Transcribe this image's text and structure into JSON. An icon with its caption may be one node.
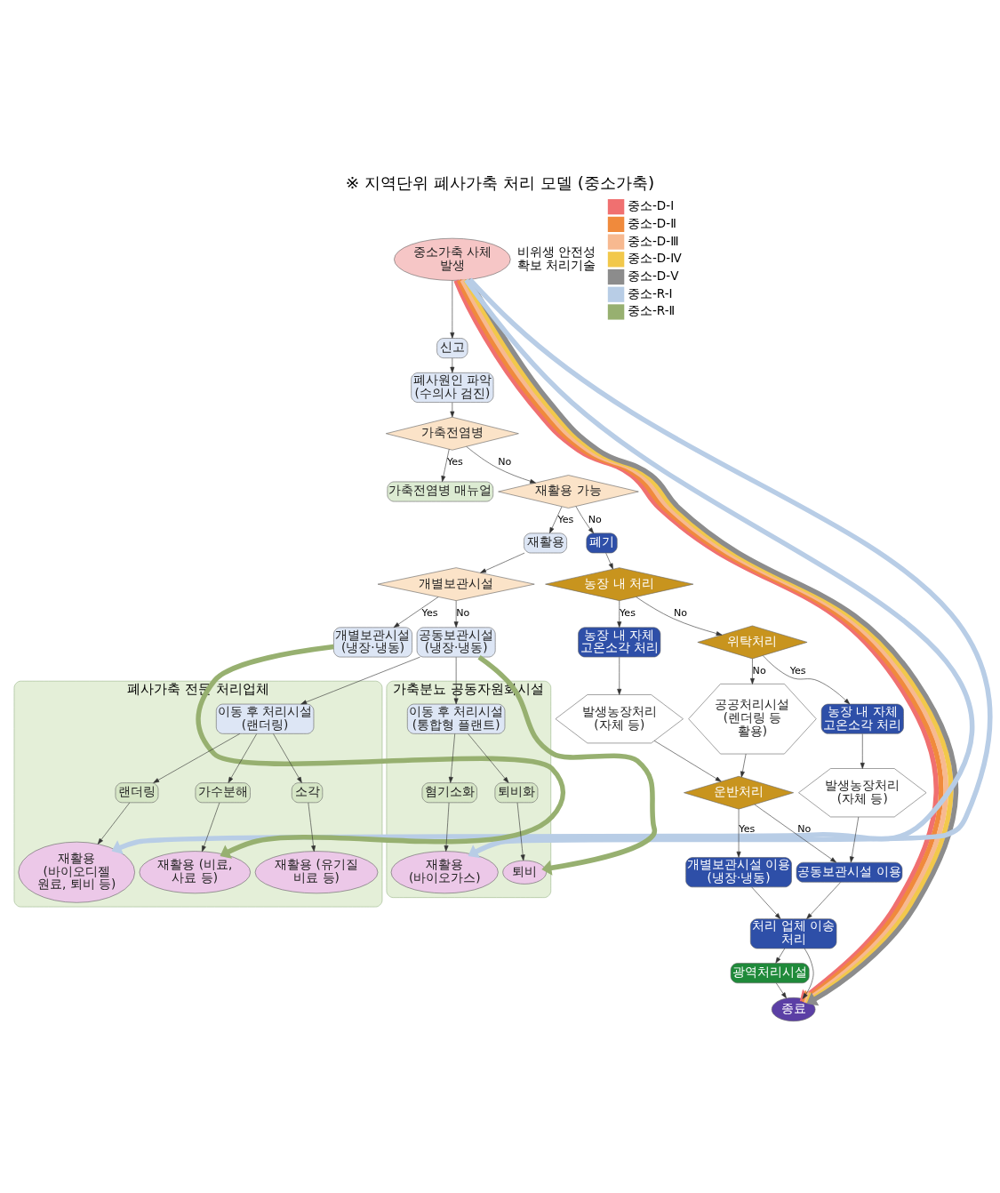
{
  "diagram": {
    "title": "※ 지역단위 폐사가축 처리 모델 (중소가축)",
    "nodes": [
      {
        "text": [
          "중소가축 사체 발생"
        ]
      },
      {
        "text": [
          "신고"
        ]
      },
      {
        "text": [
          "폐사원인 파악 (수의사 검진)"
        ]
      },
      {
        "text": [
          "가축전염병"
        ]
      },
      {
        "text": [
          "가축전염병 매뉴얼"
        ]
      },
      {
        "text": [
          "재활용 가능"
        ]
      },
      {
        "text": [
          "재활용"
        ]
      },
      {
        "text": [
          "개별보관시설"
        ]
      },
      {
        "text": [
          "개별보관시설 (냉장·냉동)"
        ]
      },
      {
        "text": [
          "공동보관시설 (냉장·냉동)"
        ]
      },
      {
        "text": [
          "폐기"
        ]
      },
      {
        "text": [
          "농장 내 처리"
        ]
      },
      {
        "text": [
          "농장 내 자체 고온소각 처리"
        ]
      },
      {
        "text": [
          "발생농장처리 (자체 등)"
        ]
      },
      {
        "text": [
          "위탁처리"
        ]
      },
      {
        "text": [
          "공공처리시설 (렌더링 등 활용)"
        ]
      },
      {
        "text": [
          "운반처리"
        ]
      },
      {
        "text": [
          "개별보관시설 이용 (냉장·냉동)"
        ]
      },
      {
        "text": [
          "농장 내 자체 고온소각 처리"
        ]
      },
      {
        "text": [
          "발생농장처리 (자체 등)"
        ]
      },
      {
        "text": [
          "공동보관시설 이용"
        ]
      },
      {
        "text": [
          "처리 업체 이송 처리"
        ]
      },
      {
        "text": [
          "광역처리시설"
        ]
      },
      {
        "text": [
          "종료"
        ]
      },
      {
        "text": [
          "폐사가축 전문 처리업체"
        ]
      },
      {
        "text": [
          "이동 후 처리시설 (랜더링)"
        ],
        "in": 24
      },
      {
        "text": [
          "랜더링"
        ],
        "in": 24
      },
      {
        "text": [
          "가수분해"
        ],
        "in": 24
      },
      {
        "text": [
          "소각"
        ],
        "in": 24
      },
      {
        "text": [
          "재활용 (바이오디젤 원료, 퇴비 등)"
        ],
        "in": 24
      },
      {
        "text": [
          "재활용 (비료, 사료 등)"
        ],
        "in": 24
      },
      {
        "text": [
          "재활용 (유기질 비료 등)"
        ],
        "in": 24
      },
      {
        "text": [
          "가축분뇨 공동자원화시설"
        ]
      },
      {
        "text": [
          "이동 후 처리시설 (통합형 플랜트)"
        ],
        "in": 32
      },
      {
        "text": [
          "혐기소화"
        ],
        "in": 32
      },
      {
        "text": [
          "퇴비화"
        ],
        "in": 32
      },
      {
        "text": [
          "재활용 (바이오가스)"
        ],
        "in": 32
      },
      {
        "text": [
          "퇴비"
        ],
        "in": 32
      }
    ],
    "edges": [
      {
        "from": 0,
        "to": 1,
        "arrow": "to"
      },
      {
        "from": 1,
        "to": 2,
        "arrow": "to"
      },
      {
        "from": 2,
        "to": 3,
        "arrow": "to"
      },
      {
        "from": 3,
        "to": 4,
        "arrow": "to",
        "label": "Yes"
      },
      {
        "from": 3,
        "to": 5,
        "arrow": "to",
        "label": "No"
      },
      {
        "from": 5,
        "to": 6,
        "arrow": "to",
        "label": "Yes"
      },
      {
        "from": 5,
        "to": 10,
        "arrow": "to",
        "label": "No"
      },
      {
        "from": 6,
        "to": 7,
        "arrow": "to"
      },
      {
        "from": 7,
        "to": 8,
        "arrow": "to",
        "label": "Yes"
      },
      {
        "from": 7,
        "to": 9,
        "arrow": "to",
        "label": "No"
      },
      {
        "from": 10,
        "to": 11,
        "arrow": "to"
      },
      {
        "from": 11,
        "to": 12,
        "arrow": "to",
        "label": "Yes"
      },
      {
        "from": 11,
        "to": 14,
        "arrow": "to",
        "label": "No"
      },
      {
        "from": 12,
        "to": 13,
        "arrow": "to"
      },
      {
        "from": 13,
        "to": 16,
        "arrow": "to"
      },
      {
        "from": 14,
        "to": 18,
        "arrow": "to",
        "label": "Yes"
      },
      {
        "from": 14,
        "to": 15,
        "arrow": "to",
        "label": "No"
      },
      {
        "from": 15,
        "to": 16,
        "arrow": "to"
      },
      {
        "from": 16,
        "to": 17,
        "arrow": "to",
        "label": "Yes"
      },
      {
        "from": 16,
        "to": 20,
        "arrow": "to",
        "label": "No"
      },
      {
        "from": 18,
        "to": 19,
        "arrow": "to"
      },
      {
        "from": 19,
        "to": 20,
        "arrow": "to"
      },
      {
        "from": 20,
        "to": 21,
        "arrow": "to"
      },
      {
        "from": 17,
        "to": 21,
        "arrow": "to"
      },
      {
        "from": 21,
        "to": 22,
        "arrow": "to"
      },
      {
        "from": 22,
        "to": 23,
        "arrow": "to"
      },
      {
        "from": 21,
        "to": 23,
        "arrow": "to"
      },
      {
        "from": 9,
        "to": 25,
        "arrow": "to"
      },
      {
        "from": 9,
        "to": 33,
        "arrow": "to"
      },
      {
        "from": 25,
        "to": 26,
        "arrow": "to"
      },
      {
        "from": 25,
        "to": 27,
        "arrow": "to"
      },
      {
        "from": 25,
        "to": 28,
        "arrow": "to"
      },
      {
        "from": 26,
        "to": 29,
        "arrow": "to"
      },
      {
        "from": 27,
        "to": 30,
        "arrow": "to"
      },
      {
        "from": 28,
        "to": 31,
        "arrow": "to"
      },
      {
        "from": 33,
        "to": 34,
        "arrow": "to"
      },
      {
        "from": 33,
        "to": 35,
        "arrow": "to"
      },
      {
        "from": 34,
        "to": 36,
        "arrow": "to"
      },
      {
        "from": 35,
        "to": 37,
        "arrow": "to"
      },
      {
        "from": 0,
        "to": 23,
        "arrow": "to",
        "style": "thick",
        "color": "#f07070"
      },
      {
        "from": 0,
        "to": 23,
        "arrow": "to",
        "style": "thick",
        "color": "#f08a3c"
      },
      {
        "from": 0,
        "to": 23,
        "arrow": "to",
        "style": "thick",
        "color": "#f7b990"
      },
      {
        "from": 0,
        "to": 23,
        "arrow": "to",
        "style": "thick",
        "color": "#f2c84b"
      },
      {
        "from": 0,
        "to": 23,
        "arrow": "to",
        "style": "thick",
        "color": "#8c8c8c"
      },
      {
        "from": 0,
        "to": 29,
        "arrow": "to",
        "style": "thick",
        "color": "#b8cde6"
      },
      {
        "from": 0,
        "to": 36,
        "arrow": "to",
        "style": "thick",
        "color": "#b8cde6"
      },
      {
        "from": 8,
        "to": 30,
        "arrow": "to",
        "style": "thick",
        "color": "#97b070"
      },
      {
        "from": 9,
        "to": 37,
        "arrow": "to",
        "style": "thick",
        "color": "#97b070"
      }
    ],
    "labels": [
      "비위생 안전성 확보 처리기술"
    ],
    "legend": [
      {
        "text": "중소-D-Ⅰ",
        "color": "#f07070"
      },
      {
        "text": "중소-D-Ⅱ",
        "color": "#f08a3c"
      },
      {
        "text": "중소-D-Ⅲ",
        "color": "#f7b990"
      },
      {
        "text": "중소-D-Ⅳ",
        "color": "#f2c84b"
      },
      {
        "text": "중소-D-Ⅴ",
        "color": "#8c8c8c"
      },
      {
        "text": "중소-R-Ⅰ",
        "color": "#b8cde6"
      },
      {
        "text": "중소-R-Ⅱ",
        "color": "#97b070"
      }
    ]
  }
}
